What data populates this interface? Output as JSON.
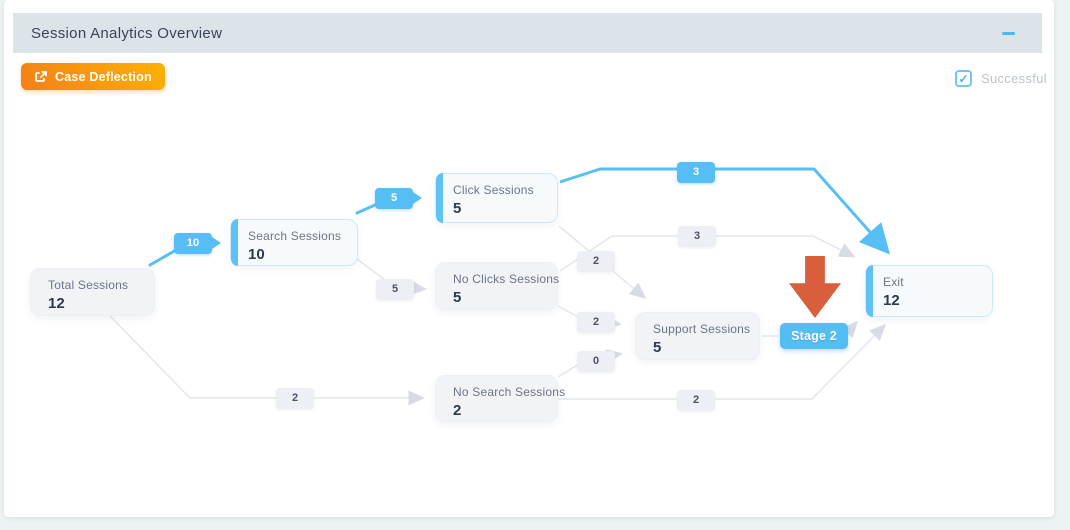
{
  "header": {
    "title": "Session Analytics Overview"
  },
  "toolbar": {
    "case_deflection": "Case Deflection",
    "successful_label": "Successful",
    "successful_checked": true,
    "check_glyph": "✓"
  },
  "icons": {
    "external_link": "external-link-icon",
    "collapse": "minus-icon",
    "stage_marker": "down-arrow-icon"
  },
  "colors": {
    "accent_blue": "#56bef5",
    "header_bg": "#dde4e9",
    "orange_button_start": "#f57f17",
    "orange_button_end": "#fdb203",
    "down_arrow_orange": "#d85f3b",
    "gray_edge": "#e3e6ec"
  },
  "flow": {
    "stage_button": "Stage 2",
    "nodes": [
      {
        "id": "total",
        "label": "Total Sessions",
        "value": "12",
        "style": "gray"
      },
      {
        "id": "search",
        "label": "Search Sessions",
        "value": "10",
        "style": "highlight"
      },
      {
        "id": "click",
        "label": "Click Sessions",
        "value": "5",
        "style": "highlight"
      },
      {
        "id": "noclicks",
        "label": "No Clicks Sessions",
        "value": "5",
        "style": "gray"
      },
      {
        "id": "nosearch",
        "label": "No Search Sessions",
        "value": "2",
        "style": "gray"
      },
      {
        "id": "support",
        "label": "Support Sessions",
        "value": "5",
        "style": "gray"
      },
      {
        "id": "exit",
        "label": "Exit",
        "value": "12",
        "style": "highlight"
      }
    ],
    "edges": [
      {
        "from": "total",
        "to": "search",
        "label": "10",
        "highlight": true
      },
      {
        "from": "search",
        "to": "click",
        "label": "5",
        "highlight": true
      },
      {
        "from": "click",
        "to": "exit",
        "label": "3",
        "highlight": true
      },
      {
        "from": "search",
        "to": "noclicks",
        "label": "5",
        "highlight": false
      },
      {
        "from": "total",
        "to": "nosearch",
        "label": "2",
        "highlight": false
      },
      {
        "from": "click",
        "to": "support",
        "label": "2",
        "highlight": false
      },
      {
        "from": "noclicks",
        "to": "exit",
        "label": "3",
        "highlight": false
      },
      {
        "from": "noclicks",
        "to": "support",
        "label": "2",
        "highlight": false
      },
      {
        "from": "nosearch",
        "to": "support",
        "label": "0",
        "highlight": false
      },
      {
        "from": "nosearch",
        "to": "exit",
        "label": "2",
        "highlight": false
      }
    ]
  }
}
